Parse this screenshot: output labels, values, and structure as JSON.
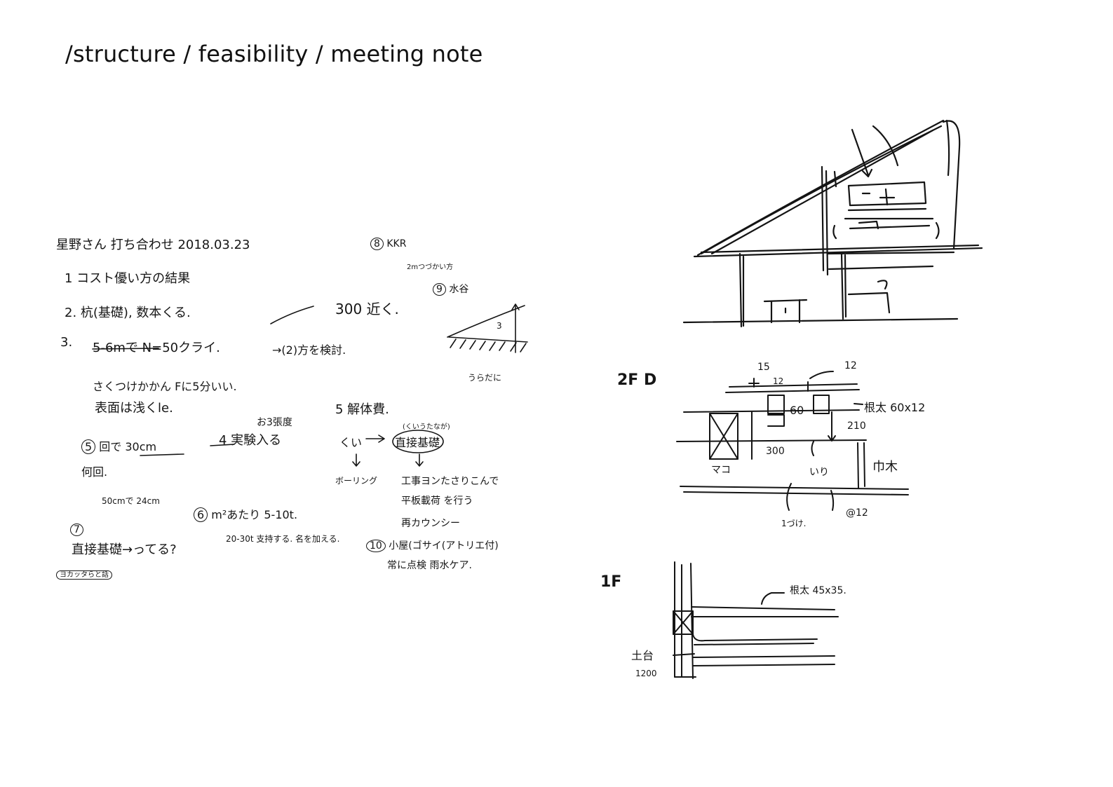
{
  "title": "/structure / feasibility / meeting note",
  "notes": {
    "header": "星野さん 打ち合わせ 2018.03.23",
    "item1": "1 コスト優い方の結果",
    "item2": "2. 杭(基礎), 数本くる.",
    "item2_right": "300 近く.",
    "item3_num": "3.",
    "item3": "5-6mで N=50クライ.",
    "item3_arrow": "→(2)方を検討.",
    "item3_sub1": "さくつけかかん Fに5分いい.",
    "item3_sub2": "表面は浅くle.",
    "item4_top": "お3張度",
    "item4": "4 実験入る",
    "item5": "5 解体費.",
    "item5_note": "(くいうたなが)",
    "item5_left": "くい",
    "item5_mid": "直接基礎",
    "item5_boring": "ボーリング",
    "item5_b1": "工事ヨンたさりこんで",
    "item5_b2": "平板載荷 を行う",
    "item5_b3": "再カウンシー",
    "n5_circle": "5",
    "n5": "回で 30cm",
    "n5_sub": "何回.",
    "n50": "50cmで 24cm",
    "n6_circle": "6",
    "n6": "m²あたり 5-10t.",
    "n6_sub": "20-30t 支持する. 名を加える.",
    "n7_circle": "7",
    "n7": "直接基礎→ってる?",
    "n7_box": "ヨカッタらと話",
    "n8_circle": "8",
    "n8": "KKR",
    "n8_sub": "2mつづかい方",
    "n9_circle": "9",
    "n9": "水谷",
    "slope_label": "3",
    "slope_sub": "うらだに",
    "n10_circle": "10",
    "n10": "小屋(ゴサイ(アトリエ付)",
    "n10_sub": "常に点検 雨水ケア."
  },
  "sketches": {
    "floor2": {
      "label": "2F D",
      "dim_15": "15",
      "dim_12a": "12",
      "dim_12b": "12",
      "dim_60": "60",
      "joist": "根太 60x12",
      "dim_210": "210",
      "dim_300": "300",
      "mark": "マコ",
      "beam": "巾木",
      "note_mid": "いり",
      "note_l": "1づけ.",
      "note_r": "@12"
    },
    "floor1": {
      "label": "1F",
      "joist": "根太 45x35.",
      "base": "土台",
      "base_dim": "1200"
    }
  }
}
